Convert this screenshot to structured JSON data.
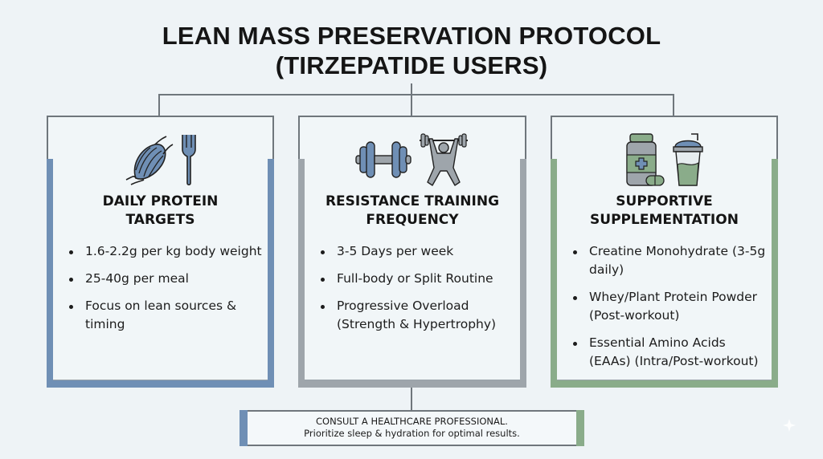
{
  "title": {
    "line1": "LEAN MASS PRESERVATION PROTOCOL",
    "line2": "(TIRZEPATIDE USERS)"
  },
  "colors": {
    "background": "#eef3f6",
    "connector": "#6f767c",
    "protein_accent": "#6f8fb5",
    "training_accent": "#9ea5ab",
    "supplement_accent": "#8aac8a"
  },
  "cards": [
    {
      "id": "protein",
      "icons": [
        "muscle-icon",
        "fork-icon"
      ],
      "heading_line1": "DAILY PROTEIN",
      "heading_line2": "TARGETS",
      "items": [
        "1.6-2.2g per kg body weight",
        "25-40g per meal",
        "Focus on lean sources & timing"
      ]
    },
    {
      "id": "training",
      "icons": [
        "dumbbell-icon",
        "weightlifter-icon"
      ],
      "heading_line1": "RESISTANCE TRAINING",
      "heading_line2": "FREQUENCY",
      "items": [
        "3-5 Days per week",
        "Full-body or Split Routine",
        "Progressive Overload (Strength & Hypertrophy)"
      ]
    },
    {
      "id": "supplements",
      "icons": [
        "supplement-bottle-icon",
        "shaker-bottle-icon"
      ],
      "heading_line1": "SUPPORTIVE",
      "heading_line2": "SUPPLEMENTATION",
      "items": [
        "Creatine Monohydrate (3-5g daily)",
        "Whey/Plant Protein Powder (Post-workout)",
        "Essential Amino Acids (EAAs) (Intra/Post-workout)"
      ]
    }
  ],
  "footer": {
    "line1": "CONSULT A HEALTHCARE PROFESSIONAL.",
    "line2": "Prioritize sleep & hydration for optimal results."
  }
}
